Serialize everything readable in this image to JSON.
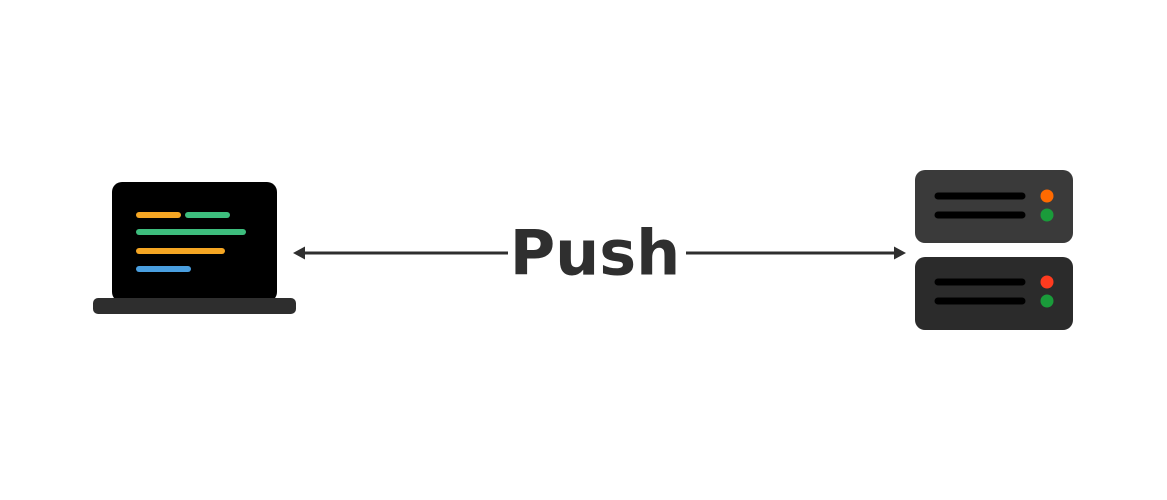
{
  "diagram": {
    "label": "Push",
    "colors": {
      "background": "#ffffff",
      "ink": "#2f2f2f",
      "screen": "#000000",
      "laptop_body": "#2e2e2e",
      "server_top": "#3a3a3a",
      "server_bottom": "#2b2b2b",
      "code_orange": "#f5a623",
      "code_green": "#3dbd7d",
      "code_blue": "#4a9fe0",
      "led_orange": "#ff6a00",
      "led_red": "#ff3b1f",
      "led_green": "#1a9b3a"
    },
    "nodes": [
      {
        "id": "laptop",
        "icon": "laptop-icon",
        "code_lines": [
          "orange",
          "green",
          "green",
          "orange",
          "blue"
        ]
      },
      {
        "id": "server",
        "icon": "server-icon",
        "units": [
          {
            "status_leds": [
              "orange",
              "green"
            ]
          },
          {
            "status_leds": [
              "red",
              "green"
            ]
          }
        ]
      }
    ],
    "connection": {
      "from": "laptop",
      "to": "server",
      "direction": "bidirectional"
    }
  }
}
